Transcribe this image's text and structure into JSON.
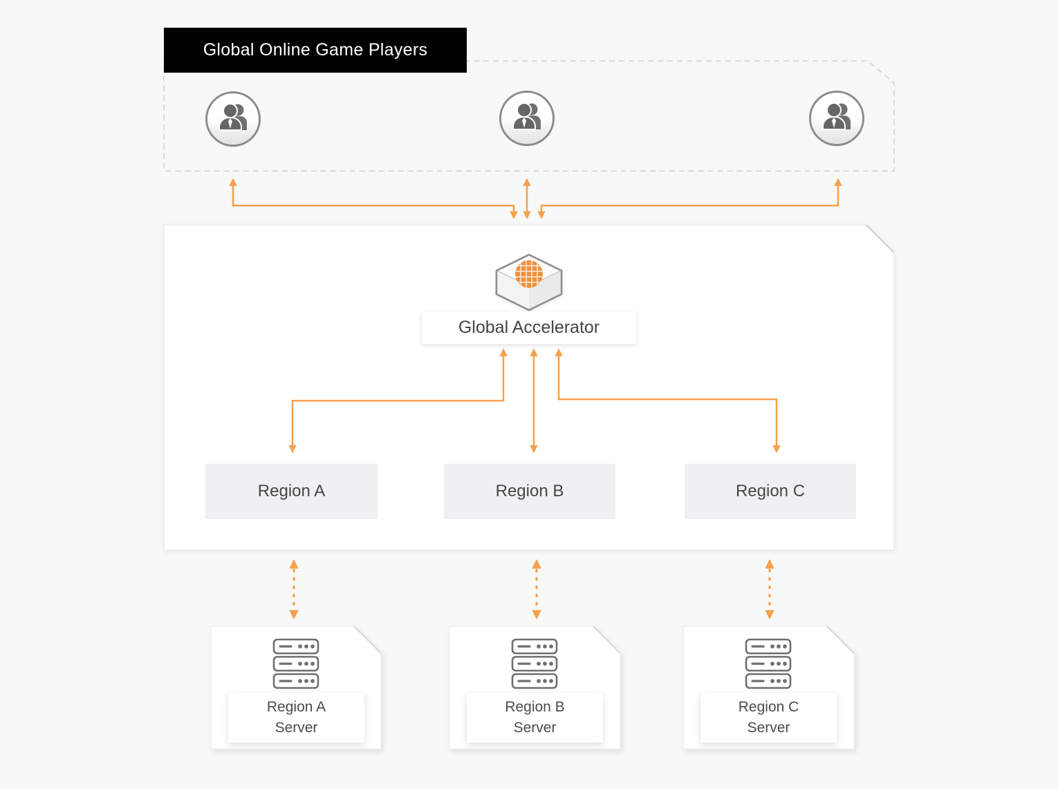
{
  "header": {
    "title": "Global Online Game Players"
  },
  "accelerator": {
    "label": "Global Accelerator",
    "icon": "globe-cube-icon"
  },
  "players": {
    "icon": "game-players-icon",
    "count": 3
  },
  "regions": [
    {
      "label": "Region A"
    },
    {
      "label": "Region B"
    },
    {
      "label": "Region C"
    }
  ],
  "servers": [
    {
      "line1": "Region A",
      "line2": "Server",
      "icon": "server-rack-icon"
    },
    {
      "line1": "Region B",
      "line2": "Server",
      "icon": "server-rack-icon"
    },
    {
      "line1": "Region C",
      "line2": "Server",
      "icon": "server-rack-icon"
    }
  ],
  "colors": {
    "accent_orange": "#F5A04C",
    "globe_orange": "#F0913C",
    "header_bg": "#000000",
    "header_text": "#FFFFFF",
    "region_bg": "#EDF1F2",
    "icon_gray": "#6E6E6E",
    "outline_gray": "#8C8C8C",
    "background": "#F7F8F8"
  }
}
